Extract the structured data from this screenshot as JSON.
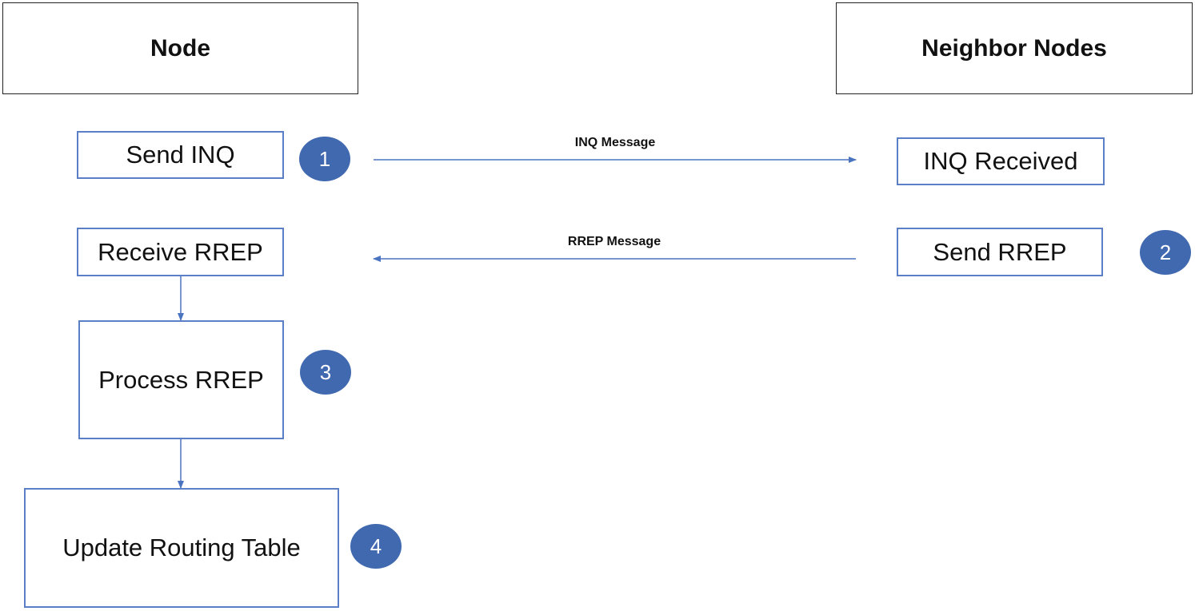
{
  "headers": {
    "node": "Node",
    "neighbors": "Neighbor Nodes"
  },
  "node_steps": {
    "send_inq": "Send INQ",
    "receive_rrep": "Receive RREP",
    "process_rrep": "Process RREP",
    "update_table": "Update Routing Table"
  },
  "neighbor_steps": {
    "inq_received": "INQ Received",
    "send_rrep": "Send RREP"
  },
  "messages": {
    "inq": "INQ Message",
    "rrep": "RREP Message"
  },
  "step_numbers": [
    "1",
    "2",
    "3",
    "4"
  ],
  "colors": {
    "accent": "#4169b0",
    "box_border": "#5b7fc7"
  }
}
